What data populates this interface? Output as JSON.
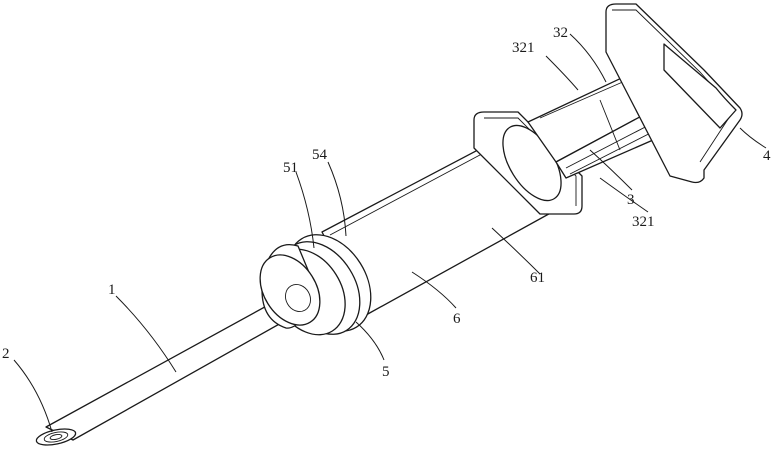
{
  "labels": {
    "l1": "1",
    "l2": "2",
    "l3": "3",
    "l4": "4",
    "l5": "5",
    "l6": "6",
    "l32": "32",
    "l51": "51",
    "l54": "54",
    "l61": "61",
    "l321a": "321",
    "l321b": "321"
  }
}
